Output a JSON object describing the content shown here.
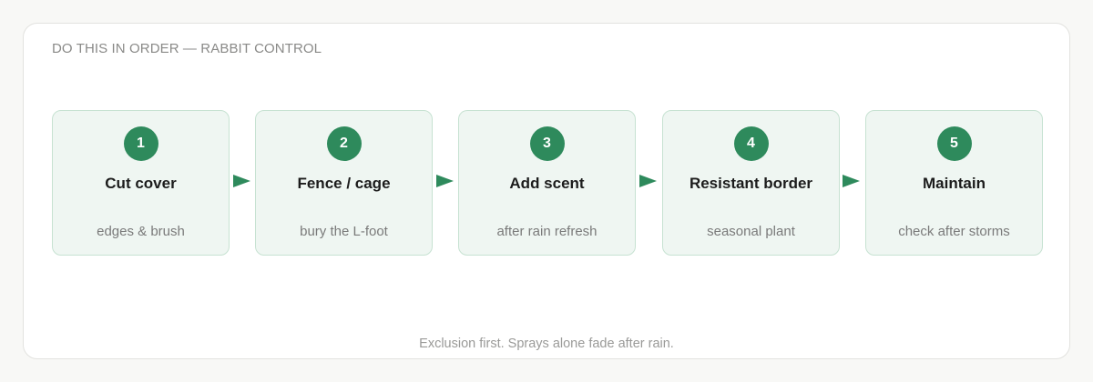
{
  "heading": "DO THIS IN ORDER — RABBIT CONTROL",
  "steps": [
    {
      "number": "1",
      "title": "Cut cover",
      "subtitle": "edges & brush"
    },
    {
      "number": "2",
      "title": "Fence / cage",
      "subtitle": "bury the L-foot"
    },
    {
      "number": "3",
      "title": "Add scent",
      "subtitle": "after rain refresh"
    },
    {
      "number": "4",
      "title": "Resistant border",
      "subtitle": "seasonal plant"
    },
    {
      "number": "5",
      "title": "Maintain",
      "subtitle": "check after storms"
    }
  ],
  "footnote": "Exclusion first. Sprays alone fade after rain.",
  "colors": {
    "accent": "#2e8a5c",
    "step_fill": "#eff6f2",
    "step_border": "#c7e2d2"
  }
}
